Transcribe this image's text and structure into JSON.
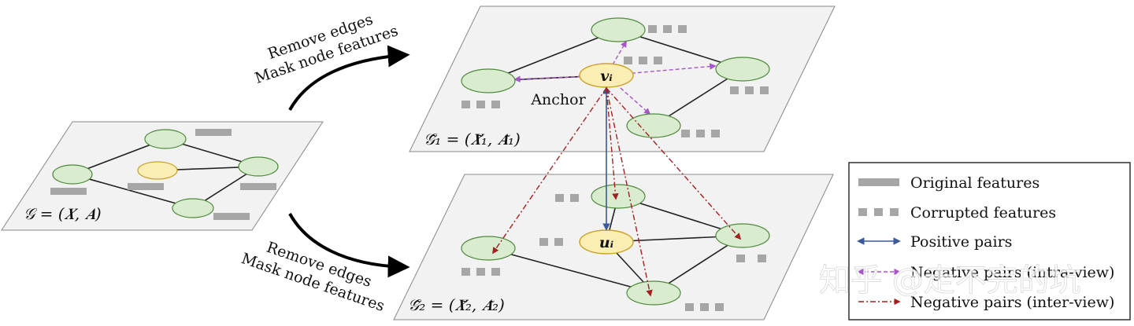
{
  "arrows": {
    "top": {
      "line1": "Remove edges",
      "line2": "Mask node features"
    },
    "bottom": {
      "line1": "Remove edges",
      "line2": "Mask node features"
    }
  },
  "graphs": {
    "original": {
      "label": "𝒢 = (𝑿, 𝑨)"
    },
    "view1": {
      "label": "𝒢̃₁ = (𝑿̃₁, 𝑨̃₁)",
      "anchor_label": "Anchor",
      "node_v": "𝒗ᵢ"
    },
    "view2": {
      "label": "𝒢̃₂ = (𝑿̃₂, 𝑨̃₂)",
      "node_u": "𝒖ᵢ"
    }
  },
  "legend": {
    "items": [
      {
        "key": "original",
        "label": "Original features"
      },
      {
        "key": "corrupted",
        "label": "Corrupted features"
      },
      {
        "key": "positive",
        "label": "Positive pairs"
      },
      {
        "key": "neg_intra",
        "label": "Negative pairs (intra-view)"
      },
      {
        "key": "neg_inter",
        "label": "Negative pairs (inter-view)"
      }
    ]
  },
  "watermark": "知乎 @走不完的坑",
  "colors": {
    "plane_fill": "#f2f2f2",
    "node_green": "#d9ecd0",
    "node_green_stroke": "#4f8a3c",
    "node_yellow": "#fbeeb5",
    "node_yellow_stroke": "#c9a227",
    "positive": "#3a5a99",
    "neg_intra": "#a855c9",
    "neg_inter": "#a32020",
    "feature": "#a6a6a6"
  }
}
